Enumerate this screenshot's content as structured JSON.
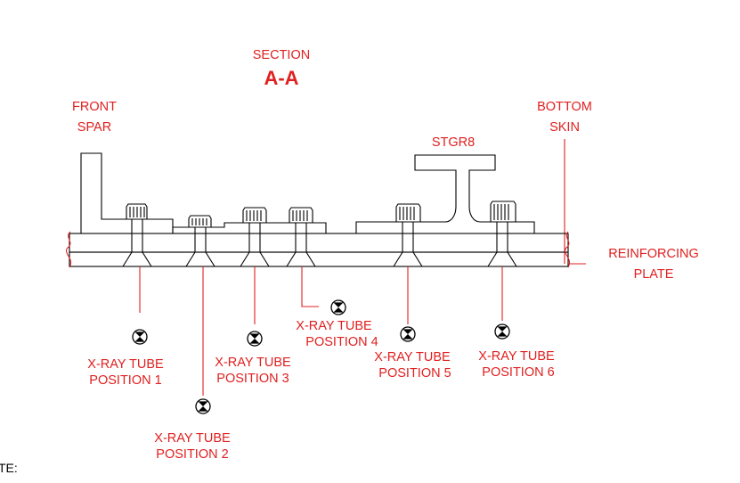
{
  "section": {
    "label": "SECTION",
    "id": "A-A"
  },
  "callouts": {
    "front_spar": [
      "FRONT",
      "SPAR"
    ],
    "stringer": "STGR8",
    "bottom_skin": [
      "BOTTOM",
      "SKIN"
    ],
    "reinforcing_plate": [
      "REINFORCING",
      "PLATE"
    ]
  },
  "tubes": [
    {
      "l1": "X-RAY TUBE",
      "l2": "POSITION 1"
    },
    {
      "l1": "X-RAY TUBE",
      "l2": "POSITION 2"
    },
    {
      "l1": "X-RAY TUBE",
      "l2": "POSITION 3"
    },
    {
      "l1": "X-RAY TUBE",
      "l2": "POSITION 4"
    },
    {
      "l1": "X-RAY TUBE",
      "l2": "POSITION 5"
    },
    {
      "l1": "X-RAY TUBE",
      "l2": "POSITION 6"
    }
  ],
  "note": "TE:",
  "colors": {
    "annotation": "#e02020",
    "linework": "#000000"
  }
}
